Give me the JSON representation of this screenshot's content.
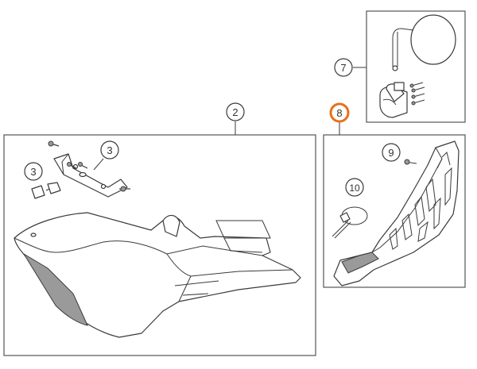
{
  "colors": {
    "line": "#3a3a3a",
    "frame": "#555555",
    "highlight": "#e8701a",
    "background": "#ffffff"
  },
  "callouts": {
    "c2": "2",
    "c3a": "3",
    "c3b": "3",
    "c7": "7",
    "c8": "8",
    "c9": "9",
    "c10": "10"
  },
  "highlighted_callout": "8"
}
